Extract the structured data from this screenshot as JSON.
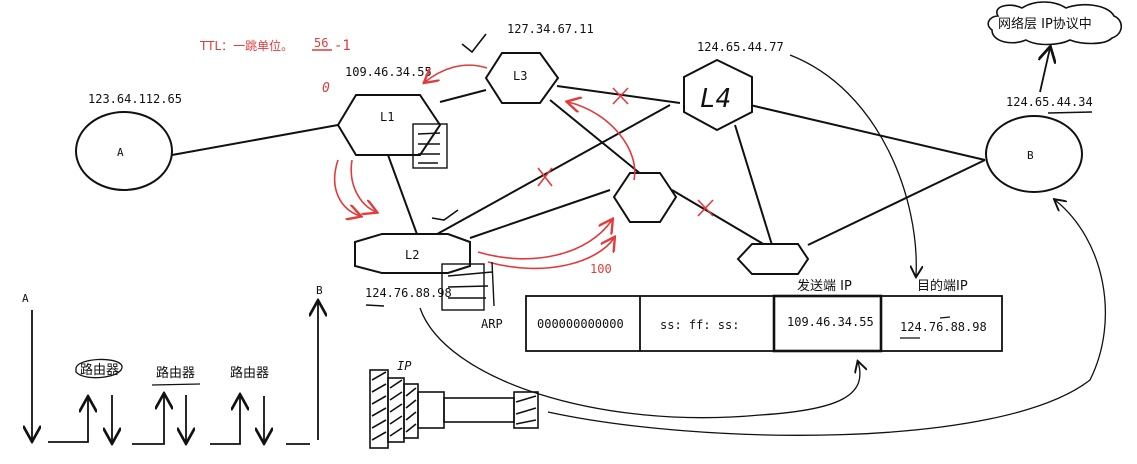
{
  "hosts": {
    "a": {
      "label": "A",
      "ip": "123.64.112.65"
    },
    "b": {
      "label": "B",
      "ip": "124.65.44.34"
    }
  },
  "routers": {
    "l1": {
      "label": "L1",
      "ip": "109.46.34.55"
    },
    "l2": {
      "label": "L2",
      "ip": "124.76.88.98"
    },
    "l3": {
      "label": "L3",
      "ip": "127.34.67.11"
    },
    "l4": {
      "label": "L4",
      "ip": "124.65.44.77"
    }
  },
  "ttl_note": {
    "text": "TTL：一跳单位。",
    "value": "56",
    "minus": "-1",
    "zero": "0"
  },
  "red_100": "100",
  "arp_label": "ARP",
  "cloud_label": "网络层  IP协议中",
  "frame": {
    "cells": [
      "000000000000",
      "ss: ff: ss:",
      "109.46.34.55",
      "124.76.88.98"
    ],
    "sender_label": "发送端 IP",
    "dest_label": "目的端IP"
  },
  "bottom": {
    "a_label": "A",
    "b_label": "B",
    "routers": [
      "路由器",
      "路由器",
      "路由器"
    ]
  },
  "plug_label": "IP",
  "colors": {
    "ink": "#111111",
    "red": "#e23b3b"
  }
}
